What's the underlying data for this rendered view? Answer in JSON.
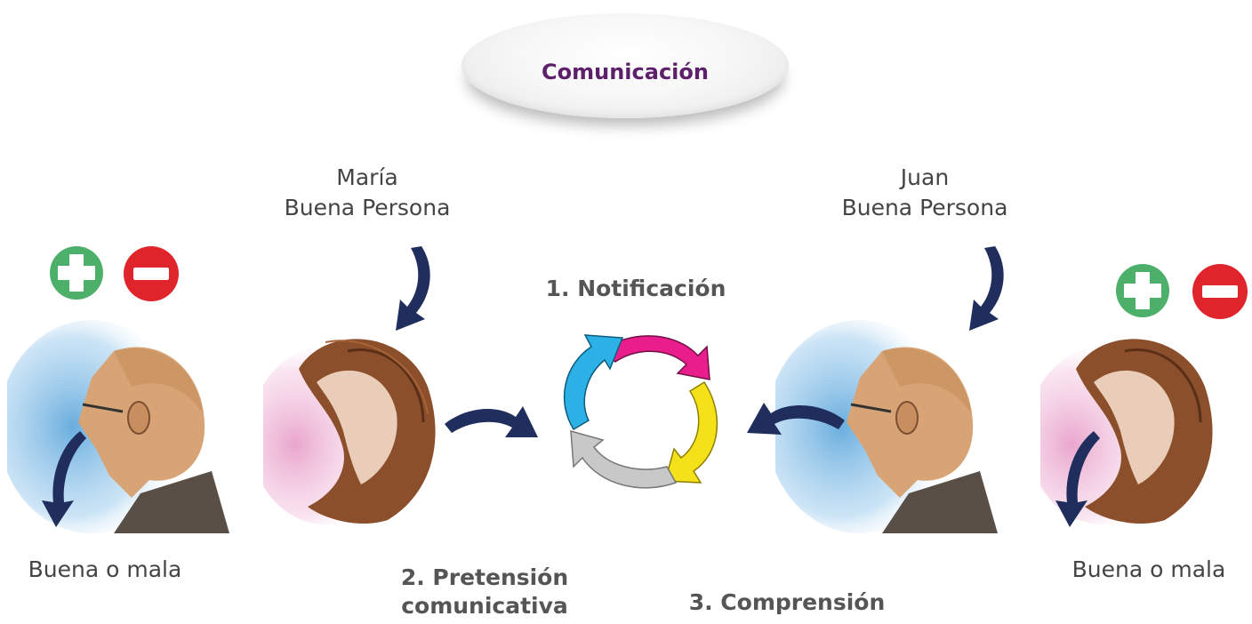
{
  "title": "Comunicación",
  "people": {
    "maria": {
      "name": "María",
      "role": "Buena Persona"
    },
    "juan": {
      "name": "Juan",
      "role": "Buena Persona"
    }
  },
  "outcomes": {
    "left": "Buena o mala",
    "right": "Buena o mala"
  },
  "steps": {
    "step1": "1. Notificación",
    "step2_line1": "2. Pretensión",
    "step2_line2": "comunicativa",
    "step3": "3. Comprensión"
  },
  "colors": {
    "title": "#5e1f6b",
    "plus_icon": "#4db06a",
    "minus_icon": "#e0242c",
    "arrows": "#1f2e5c",
    "cycle": [
      "#e91e8c",
      "#f5e11a",
      "#c8c8c8",
      "#2bb1e6"
    ]
  },
  "icons": {
    "plus": "plus-circle-icon",
    "minus": "minus-circle-icon"
  }
}
